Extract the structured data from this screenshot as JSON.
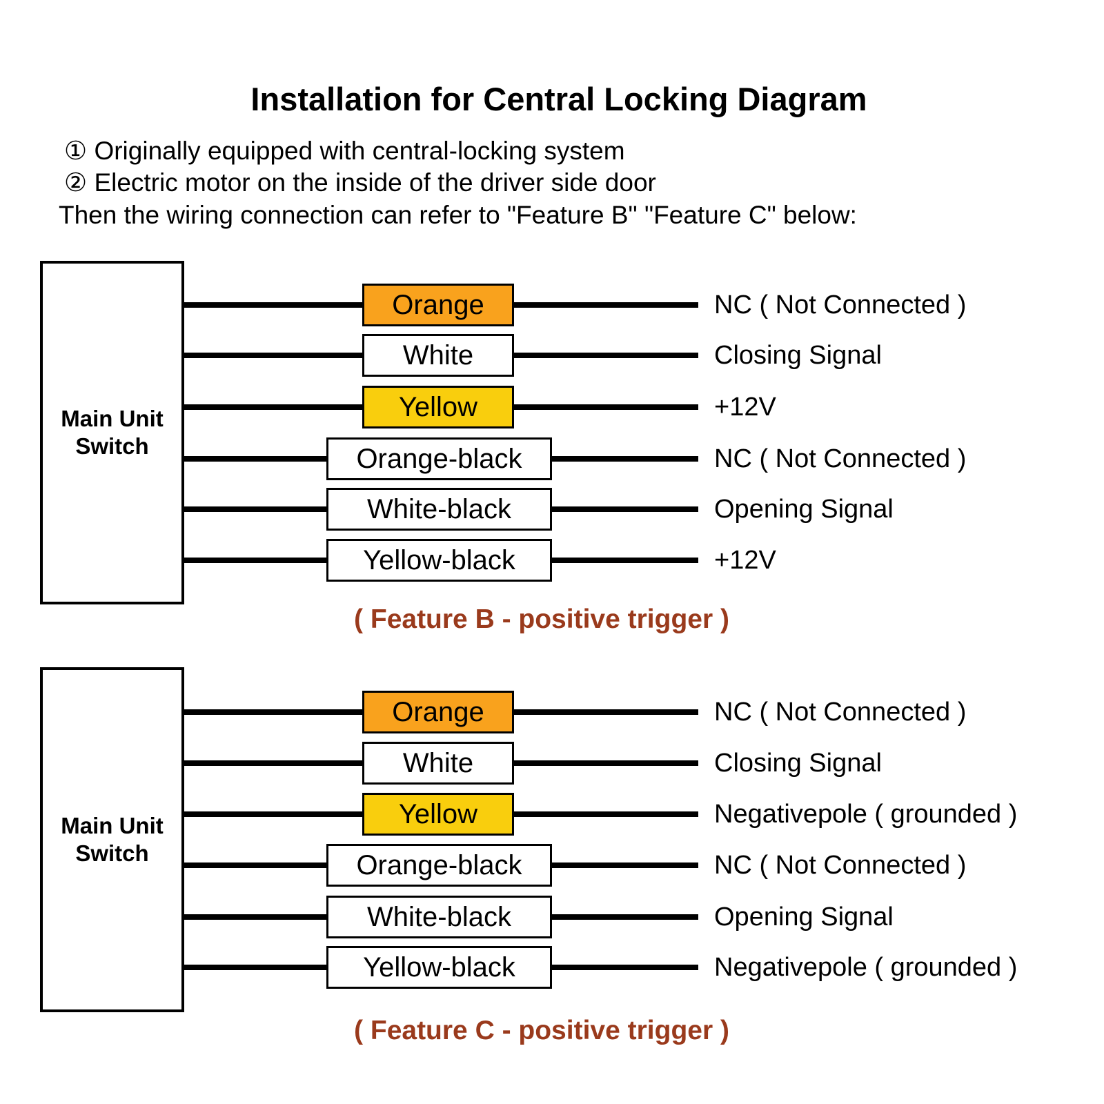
{
  "title": "Installation for Central Locking Diagram",
  "intro": {
    "line1": "① Originally equipped with central-locking system",
    "line2": "② Electric motor on the inside of the driver side door",
    "line3": "Then the wiring connection can refer to \"Feature B\" \"Feature C\" below:"
  },
  "colors": {
    "orange_fill": "#F9A21D",
    "yellow_fill": "#F9CE0D",
    "white_fill": "#FFFFFF",
    "wire": "#000000",
    "caption_text": "#9A3A1C"
  },
  "sections": [
    {
      "unit_label_line1": "Main Unit",
      "unit_label_line2": "Switch",
      "caption": "( Feature B - positive trigger )",
      "rows": [
        {
          "wire_label": "Orange",
          "fill": "#F9A21D",
          "signal": "NC ( Not Connected )"
        },
        {
          "wire_label": "White",
          "fill": "#FFFFFF",
          "signal": "Closing Signal"
        },
        {
          "wire_label": "Yellow",
          "fill": "#F9CE0D",
          "signal": "+12V"
        },
        {
          "wire_label": "Orange-black",
          "fill": "#FFFFFF",
          "signal": "NC ( Not Connected )"
        },
        {
          "wire_label": "White-black",
          "fill": "#FFFFFF",
          "signal": "Opening Signal"
        },
        {
          "wire_label": "Yellow-black",
          "fill": "#FFFFFF",
          "signal": "+12V"
        }
      ]
    },
    {
      "unit_label_line1": "Main Unit",
      "unit_label_line2": "Switch",
      "caption": "( Feature C - positive trigger )",
      "rows": [
        {
          "wire_label": "Orange",
          "fill": "#F9A21D",
          "signal": "NC ( Not Connected )"
        },
        {
          "wire_label": "White",
          "fill": "#FFFFFF",
          "signal": "Closing Signal"
        },
        {
          "wire_label": "Yellow",
          "fill": "#F9CE0D",
          "signal": "Negativepole ( grounded )"
        },
        {
          "wire_label": "Orange-black",
          "fill": "#FFFFFF",
          "signal": "NC ( Not Connected )"
        },
        {
          "wire_label": "White-black",
          "fill": "#FFFFFF",
          "signal": "Opening Signal"
        },
        {
          "wire_label": "Yellow-black",
          "fill": "#FFFFFF",
          "signal": "Negativepole ( grounded )"
        }
      ]
    }
  ]
}
